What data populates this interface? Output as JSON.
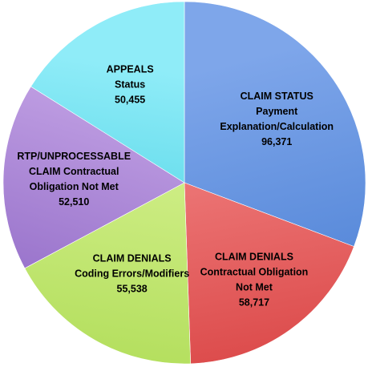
{
  "chart_data": {
    "type": "pie",
    "title": "",
    "slices": [
      {
        "lines": [
          "CLAIM STATUS",
          "Payment",
          "Explanation/Calculation"
        ],
        "value": 96371,
        "value_label": "96,371",
        "color": "#7ea6ea",
        "dark": "#4a7fd4",
        "label_color": "#000000"
      },
      {
        "lines": [
          "CLAIM DENIALS",
          "Contractual Obligation",
          "Not Met"
        ],
        "value": 58717,
        "value_label": "58,717",
        "color": "#f58c8c",
        "dark": "#dc4b4b",
        "label_color": "#000000"
      },
      {
        "lines": [
          "CLAIM DENIALS",
          "Coding Errors/Modifiers"
        ],
        "value": 55538,
        "value_label": "55,538",
        "color": "#dcf59a",
        "dark": "#b4df5e",
        "label_color": "#000000"
      },
      {
        "lines": [
          "RTP/UNPROCESSABLE",
          "CLAIM Contractual",
          "Obligation Not Met"
        ],
        "value": 52510,
        "value_label": "52,510",
        "color": "#c8a8e8",
        "dark": "#8d66c4",
        "label_color": "#000000"
      },
      {
        "lines": [
          "APPEALS",
          "Status"
        ],
        "value": 50455,
        "value_label": "50,455",
        "color": "#8fecf8",
        "dark": "#35c9dc",
        "label_color": "#000000"
      }
    ]
  }
}
